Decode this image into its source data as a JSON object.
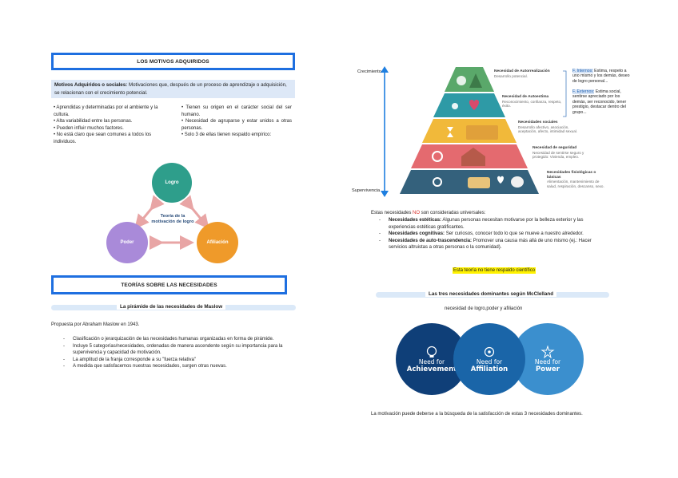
{
  "left": {
    "title1": "LOS MOTIVOS ADQUIRIDOS",
    "definition_term": "Motivos Adquiridos o sociales:",
    "definition_text": " Motivaciones que, después de un proceso de aprendizaje o adquisición, se relacionan con el crecimiento potencial.",
    "bullets_left": [
      "• Aprendidas y determinadas por el ambiente y la cultura.",
      "• Alta variabilidad entre las personas.",
      "• Pueden influir muchos factores.",
      "• No está claro que sean comunes a todos los individuos."
    ],
    "bullets_right": [
      "• Tienen su origen en el carácter social del ser humano.",
      "• Necesidad de agruparse y estar unidos a otras personas.",
      "• Solo 3 de ellas tienen respaldo empírico:"
    ],
    "diagram": {
      "logro": "Logro",
      "poder": "Poder",
      "afiliacion": "Afiliación",
      "center": "Teoría de la motivación de logro",
      "colors": {
        "logro": "#2e9e8b",
        "poder": "#a98ad9",
        "afiliacion": "#ef9a2a",
        "arrow": "#e8a5a5"
      }
    },
    "title2": "TEORÍAS SOBRE LAS NECESIDADES",
    "subhead": "La pirámide de las necesidades de Maslow",
    "proposed": "Propuesta por Abraham Maslow en 1943.",
    "maslow_points": [
      "Clasificación o jerarquización de las necesidades humanas organizadas en forma de pirámide.",
      "Incluye 5 categorías/necesidades, ordenadas de manera ascendente según su importancia para la supervivencia y capacidad de motivación.",
      " La amplitud de la franja corresponde a su \"fuerza relativa\"",
      "A medida que satisfacemos nuestras necesidades, surgen otras nuevas."
    ]
  },
  "right": {
    "axis_top": "Crecimiento",
    "axis_bottom": "Supervivencia",
    "pyramid": [
      {
        "title": "Necesidad de Autorrealización",
        "desc": "Desarrollo potencial.",
        "color": "#5aa86a"
      },
      {
        "title": "Necesidad de Autoestima",
        "desc": "Reconocimiento, confianza, respeto, éxito.",
        "color": "#2e9aa6"
      },
      {
        "title": "Necesidades sociales",
        "desc": "Desarrollo afectivo, asociación, aceptación, afecto, intimidad sexual.",
        "color": "#f1b93a"
      },
      {
        "title": "Necesidad de seguridad",
        "desc": "Necesidad de sentirse seguro y protegido: Vivienda, empleo.",
        "color": "#e46a6f"
      },
      {
        "title": "Necesidades fisiológicas o básicas",
        "desc": "Alimentación, mantenimiento de salud, respiración, descanso, sexo.",
        "color": "#34617c"
      }
    ],
    "internos_label": "F. Internos:",
    "internos_text": " Estima, respeto a uno mismo y los demás, deseo de logro personal...",
    "externos_label": "F. Externos:",
    "externos_text": " Estima social, sentirse apreciado por los demás, ser reconocido, tener prestigio, destacar dentro del grupo...",
    "not_considered_pre": "Estas necesidades ",
    "not_considered_mid": "NO",
    "not_considered_post": " son consideradas universales:",
    "extra_needs": [
      {
        "term": "Necesidades estéticas:",
        "text": " Algunas personas necesitan motivarse por la belleza exterior y las experiencias estéticas gratificantes."
      },
      {
        "term": "Necesidades cognitivas:",
        "text": " Ser curiosos, conocer todo lo que se mueve a nuestro alrededor."
      },
      {
        "term": "Necesidades de auto-trascendencia:",
        "text": " Promover una causa más allá de uno mismo (ej.: Hacer servicios altruistas a otras personas o la comunidad)."
      }
    ],
    "highlight": "Esta teoría no tiene respaldo científico",
    "mc_head": "Las tres necesidades dominantes según McClelland",
    "mc_sub": "necesidad de logro,poder y afiliación",
    "needs": [
      {
        "line1": "Need for",
        "line2": "Achievement",
        "color": "#0f3f78"
      },
      {
        "line1": "Need for",
        "line2": "Affiliation",
        "color": "#1a65a8"
      },
      {
        "line1": "Need for",
        "line2": "Power",
        "color": "#3b8fce"
      }
    ],
    "footer": "La motivación puede deberse a la búsqueda de la satisfacción de estas 3 necesidades dominantes."
  }
}
